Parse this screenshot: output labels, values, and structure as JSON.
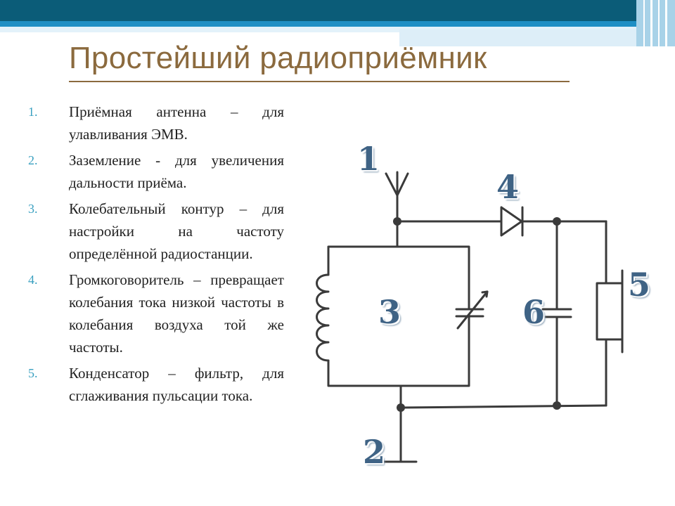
{
  "slide": {
    "title": "Простейший радиоприёмник",
    "items": [
      {
        "num": "1.",
        "text": "Приёмная антенна – для улавливания ЭМВ."
      },
      {
        "num": "2.",
        "text": "Заземление - для увеличения дальности приёма."
      },
      {
        "num": "3.",
        "text": "Колебательный контур – для настройки на частоту определённой радиостанции."
      },
      {
        "num": "4.",
        "text": "Громкоговоритель – превращает колебания тока низкой частоты в колебания воздуха той же частоты."
      },
      {
        "num": "5.",
        "text": "Конденсатор – фильтр, для сглаживания пульсации тока."
      }
    ]
  },
  "diagram": {
    "labels": {
      "antenna": "1",
      "ground": "2",
      "circuit": "3",
      "diode": "4",
      "speaker": "5",
      "capacitor": "6"
    }
  },
  "colors": {
    "accent_teal": "#0e5a78",
    "accent_light": "#2a98d4",
    "title": "#8b6a3e",
    "numbers": "#3aa0c0",
    "labels": "#3f6385"
  }
}
